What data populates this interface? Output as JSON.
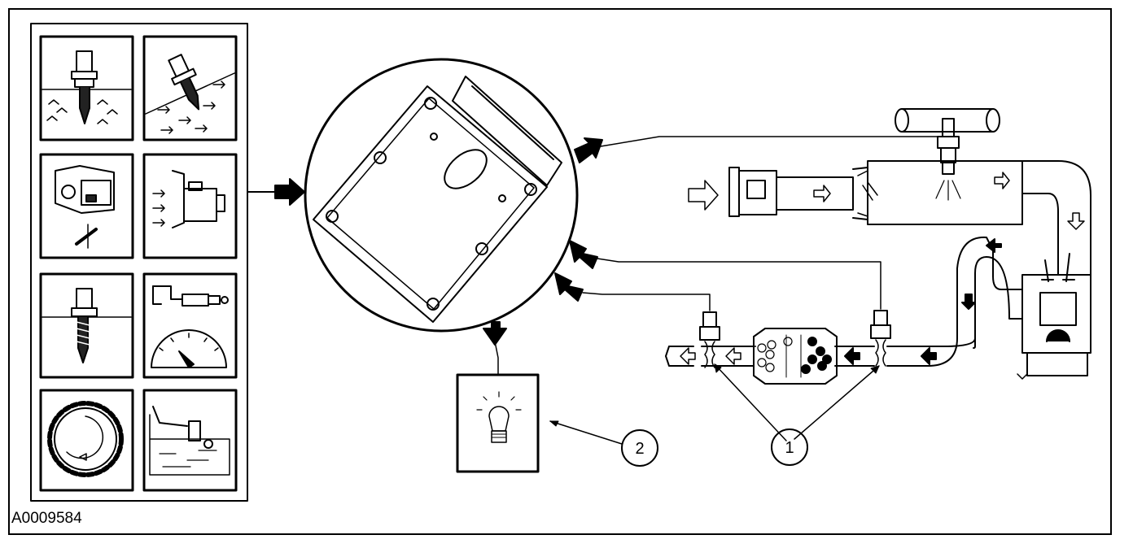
{
  "figure": {
    "reference_id": "A0009584",
    "callouts": [
      {
        "number": "1",
        "target": "oxygen-sensors"
      },
      {
        "number": "2",
        "target": "malfunction-indicator-lamp"
      }
    ],
    "sensor_icons": [
      "coolant-temperature-sensor-icon",
      "air-temperature-sensor-icon",
      "throttle-position-sensor-icon",
      "mass-air-flow-sensor-icon",
      "oil-temperature-sensor-icon",
      "vehicle-speed-sensor-icon",
      "crankshaft-position-sensor-icon",
      "fuel-level-sender-icon"
    ],
    "colors": {
      "ink": "#000000",
      "background": "#ffffff"
    }
  }
}
